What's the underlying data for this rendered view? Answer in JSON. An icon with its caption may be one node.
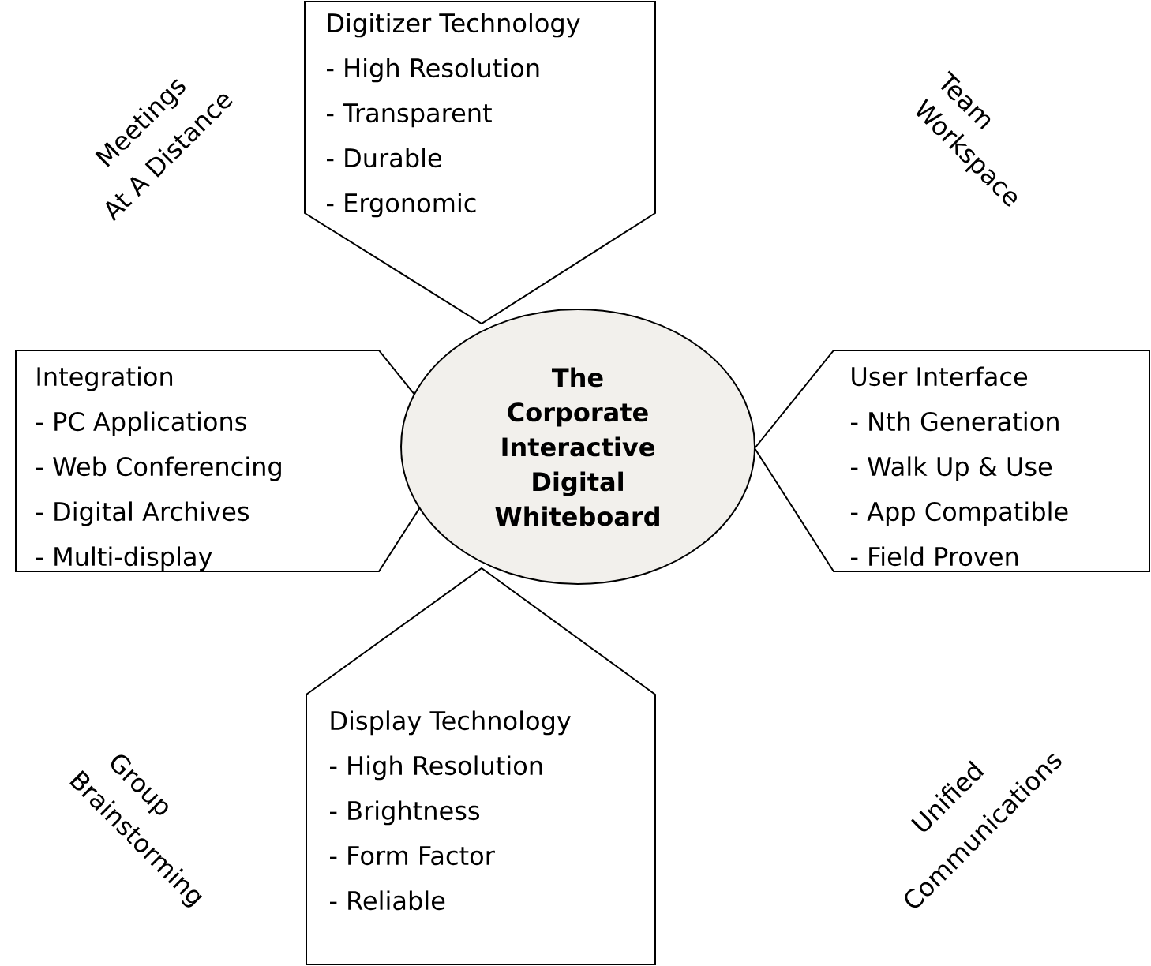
{
  "diagram": {
    "nodes": [
      {
        "text": [
          "The Corporate Interactive Digital Whiteboard"
        ]
      },
      {
        "text": [
          "Digitizer Technology",
          "- High Resolution",
          "- Transparent",
          "- Durable",
          "- Ergonomic"
        ]
      },
      {
        "text": [
          "Integration",
          "- PC Applications",
          "- Web Conferencing",
          "- Digital Archives",
          "- Multi-display"
        ]
      },
      {
        "text": [
          "User Interface",
          "- Nth Generation",
          "- Walk Up & Use",
          "- App Compatible",
          "- Field Proven"
        ]
      },
      {
        "text": [
          "Display Technology",
          "- High Resolution",
          "- Brightness",
          "- Form Factor",
          "- Reliable"
        ]
      }
    ],
    "labels": [
      "Meetings",
      "At A Distance",
      "Team",
      "Workspace",
      "Group",
      "Brainstorming",
      "Unified",
      "Communications"
    ]
  }
}
